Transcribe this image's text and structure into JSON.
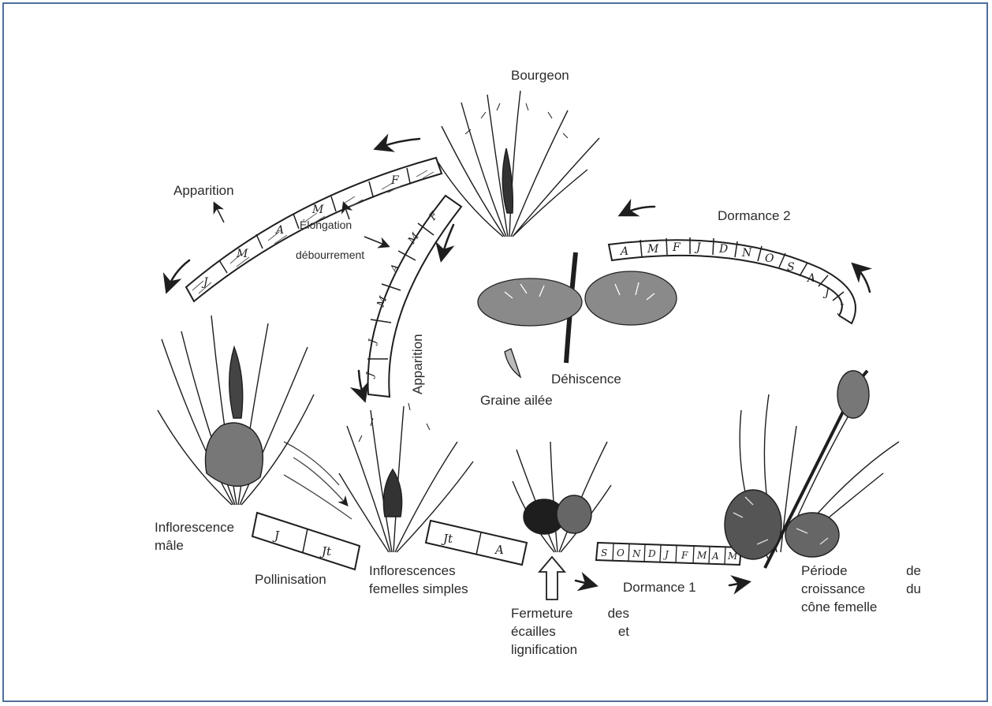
{
  "labels": {
    "bourgeon": "Bourgeon",
    "apparition_top": "Apparition",
    "elongation": "Élongation",
    "debourrement": "débourrement",
    "apparition_vertical": "Apparition",
    "dormance2": "Dormance 2",
    "dehiscence": "Déhiscence",
    "graine_ailee": "Graine ailée",
    "infl_male_1": "Inflorescence",
    "infl_male_2": "mâle",
    "pollinisation": "Pollinisation",
    "infl_fem_1": "Inflorescences",
    "infl_fem_2": "femelles simples",
    "fermeture_1a": "Fermeture",
    "fermeture_1b": "des",
    "fermeture_2a": "écailles",
    "fermeture_2b": "et",
    "fermeture_3": "lignification",
    "dormance1": "Dormance 1",
    "periode_1a": "Période",
    "periode_1b": "de",
    "periode_2a": "croissance",
    "periode_2b": "du",
    "periode_3": "cône femelle"
  },
  "month_bands": {
    "top_arc": [
      "J",
      "M",
      "A",
      "M",
      "F"
    ],
    "inner_arc": [
      "J",
      "J",
      "M",
      "A",
      "M",
      "F"
    ],
    "right_arc": [
      "A",
      "M",
      "F",
      "J",
      "D",
      "N",
      "O",
      "S",
      "A",
      "J",
      "J"
    ],
    "pollinisation_band": [
      "J",
      "Jt"
    ],
    "female_band": [
      "Jt",
      "A"
    ],
    "dormance1_band": [
      "S",
      "O",
      "N",
      "D",
      "J",
      "F",
      "M",
      "A",
      "M"
    ]
  },
  "colors": {
    "frame": "#4f6f9c",
    "ink": "#1e1e1e",
    "text": "#2b2b2b"
  }
}
